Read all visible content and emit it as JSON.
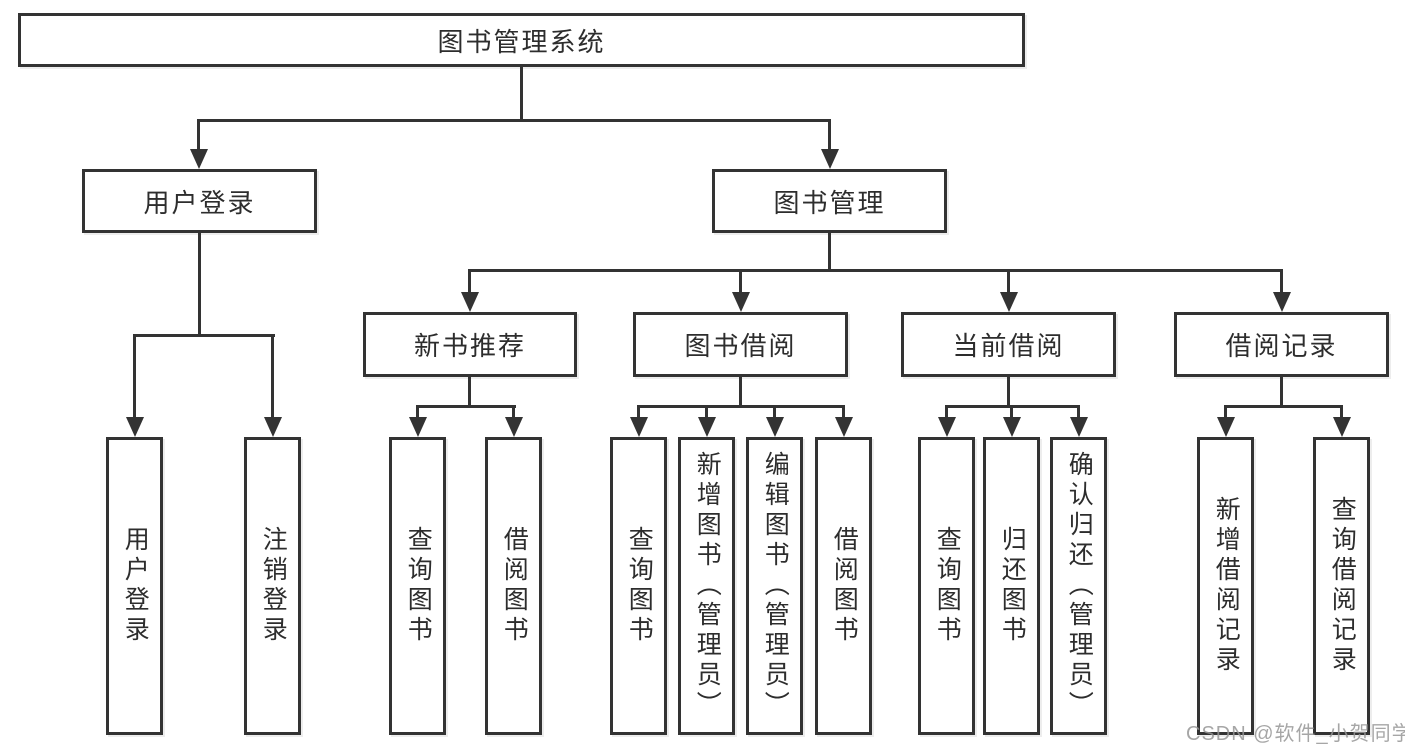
{
  "watermark": "CSDN @软件_小贺同学",
  "colors": {
    "line": "#333333",
    "text": "#2d2d2d",
    "watermark": "#969696",
    "background": "#ffffff"
  },
  "tree": {
    "label": "图书管理系统",
    "children": [
      {
        "label": "用户登录",
        "children": [
          {
            "label": "用户登录"
          },
          {
            "label": "注销登录"
          }
        ]
      },
      {
        "label": "图书管理",
        "children": [
          {
            "label": "新书推荐",
            "children": [
              {
                "label": "查询图书"
              },
              {
                "label": "借阅图书"
              }
            ]
          },
          {
            "label": "图书借阅",
            "children": [
              {
                "label": "查询图书"
              },
              {
                "label": "新增图书（管理员）"
              },
              {
                "label": "编辑图书（管理员）"
              },
              {
                "label": "借阅图书"
              }
            ]
          },
          {
            "label": "当前借阅",
            "children": [
              {
                "label": "查询图书"
              },
              {
                "label": "归还图书"
              },
              {
                "label": "确认归还（管理员）"
              }
            ]
          },
          {
            "label": "借阅记录",
            "children": [
              {
                "label": "新增借阅记录"
              },
              {
                "label": "查询借阅记录"
              }
            ]
          }
        ]
      }
    ]
  }
}
